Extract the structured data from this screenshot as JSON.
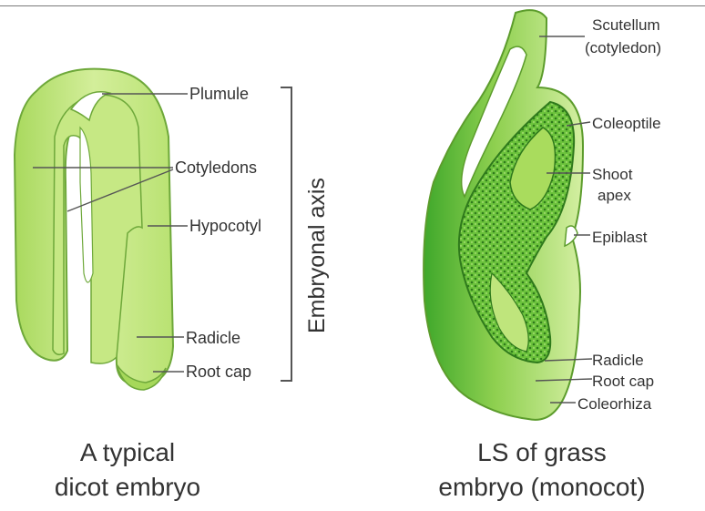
{
  "dicot": {
    "labels": {
      "plumule": "Plumule",
      "cotyledons": "Cotyledons",
      "hypocotyl": "Hypocotyl",
      "radicle": "Radicle",
      "root_cap": "Root cap"
    },
    "bracket_label": "Embryonal axis",
    "caption_line1": "A typical",
    "caption_line2": "dicot embryo"
  },
  "monocot": {
    "labels": {
      "scutellum_line1": "Scutellum",
      "scutellum_line2": "(cotyledon)",
      "coleoptile": "Coleoptile",
      "shoot_apex_line1": "Shoot",
      "shoot_apex_line2": "apex",
      "epiblast": "Epiblast",
      "radicle": "Radicle",
      "root_cap": "Root cap",
      "coleorhiza": "Coleorhiza"
    },
    "caption_line1": "LS of grass",
    "caption_line2": "embryo (monocot)"
  },
  "colors": {
    "light_green": "#cdeb8b",
    "mid_green": "#a6d85a",
    "dark_green": "#4cae2d",
    "outline": "#6ea83a",
    "leader_line": "#555555"
  }
}
